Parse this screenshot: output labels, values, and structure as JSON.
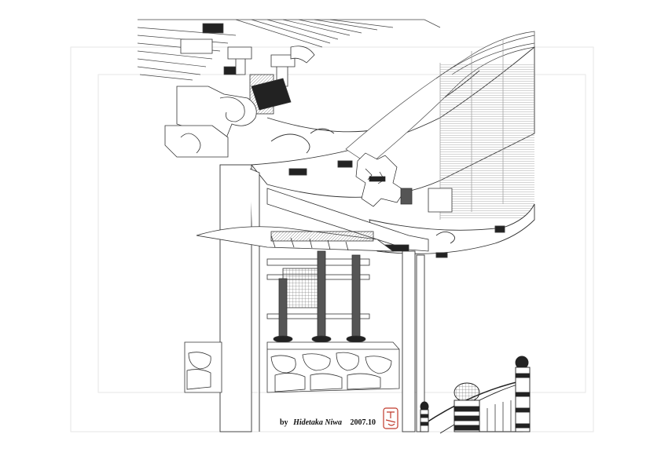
{
  "credit": {
    "by": "by",
    "author": "Hidetaka Niwa",
    "date": "2007.10"
  },
  "seal": {
    "icon": "red-artist-seal-icon",
    "color": "#c0392b"
  },
  "palette": {
    "line": "#333333",
    "background": "#ffffff",
    "dark": "#1a1a1a"
  }
}
